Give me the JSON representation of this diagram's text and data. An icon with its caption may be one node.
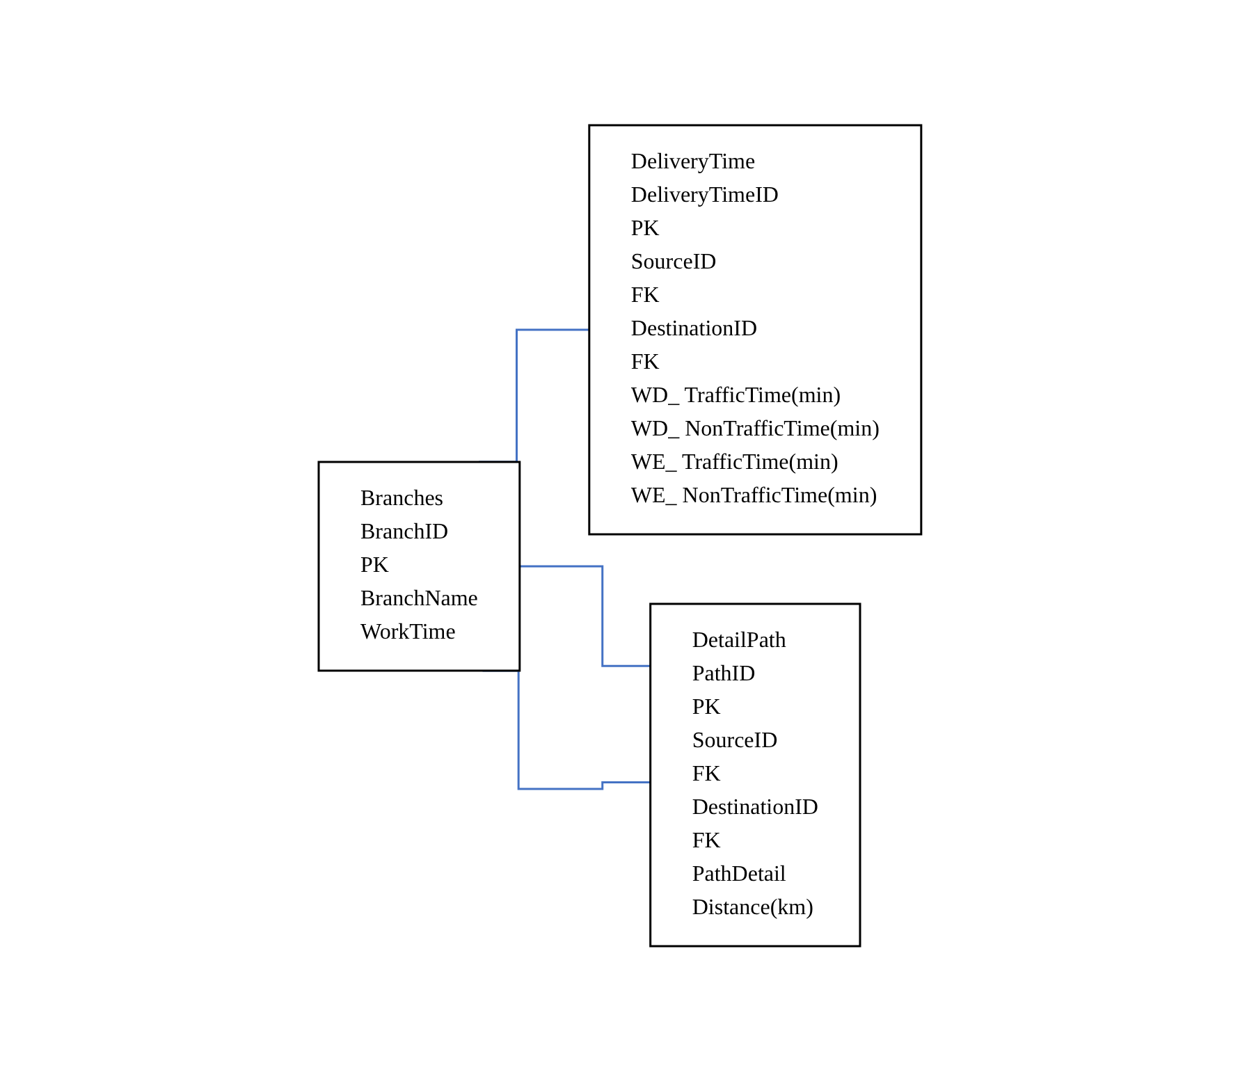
{
  "diagram": {
    "nodes": [
      {
        "text": [
          "Branches",
          "BranchID",
          "PK",
          "BranchName",
          "WorkTime"
        ]
      },
      {
        "text": [
          "DeliveryTime",
          "DeliveryTimeID",
          "PK",
          "SourceID",
          "FK",
          "DestinationID",
          "FK",
          "WD_ TrafficTime(min)",
          "WD_ NonTrafficTime(min)",
          "WE_ TrafficTime(min)",
          "WE_ NonTrafficTime(min)"
        ]
      },
      {
        "text": [
          "DetailPath",
          "PathID",
          "PK",
          "SourceID",
          "FK",
          "DestinationID",
          "FK",
          "PathDetail",
          "Distance(km)"
        ]
      }
    ],
    "edges": [
      {
        "from": 0,
        "to": 1,
        "arrow": "none"
      },
      {
        "from": 0,
        "to": 2,
        "arrow": "none"
      },
      {
        "from": 0,
        "to": 2,
        "arrow": "none"
      }
    ]
  }
}
